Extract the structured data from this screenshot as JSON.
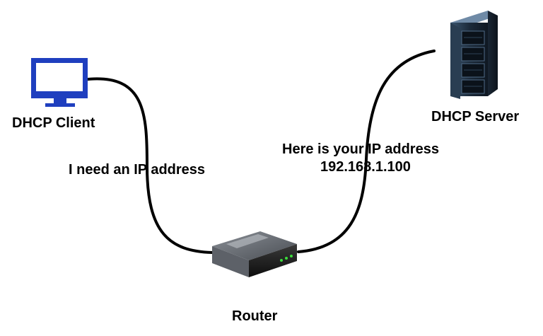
{
  "nodes": {
    "client": {
      "label": "DHCP Client",
      "icon": "monitor-icon",
      "color": "#1f3fbf"
    },
    "server": {
      "label": "DHCP Server",
      "icon": "server-rack-icon",
      "color": "#1d2a38"
    },
    "router": {
      "label": "Router",
      "icon": "router-icon",
      "color": "#1c1c1c"
    }
  },
  "messages": {
    "request": "I need an IP address",
    "reply_line1": "Here is your IP address",
    "reply_line2": "192.168.1.100"
  },
  "colors": {
    "link": "#000000",
    "router_led": "#3bdc3b"
  }
}
